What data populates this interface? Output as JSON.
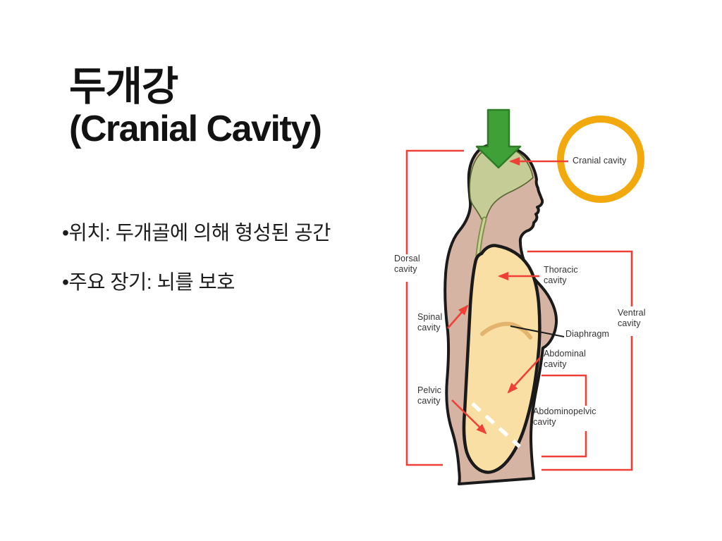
{
  "slide": {
    "title_line1": "두개강",
    "title_line2": "(Cranial Cavity)",
    "bullets": [
      "•위치: 두개골에 의해 형성된 공간",
      "•주요 장기: 뇌를 보호"
    ]
  },
  "diagram": {
    "labels": {
      "cranial": "Cranial cavity",
      "dorsal": "Dorsal\ncavity",
      "spinal": "Spinal\ncavity",
      "thoracic": "Thoracic\ncavity",
      "ventral": "Ventral\ncavity",
      "diaphragm": "Diaphragm",
      "abdominal": "Abdominal\ncavity",
      "pelvic": "Pelvic\ncavity",
      "abdominopelvic": "Abdominopelvic\ncavity"
    },
    "colors": {
      "annotation_red": "#EE4037",
      "highlight_yellow": "#F2A90D",
      "arrow_green": "#3FA037",
      "arrow_green_dark": "#2E7D26",
      "cranial_green": "#C5CC95",
      "hairline_olive": "#55632F",
      "cord_dark": "#7E9147",
      "cord_light": "#CBD29B",
      "ventral_cream": "#F9DFA3",
      "skin": "#D6B4A4",
      "diaphragm_tan": "#E2B46E",
      "outline_black": "#1A1A1A",
      "label_text": "#333333"
    }
  }
}
